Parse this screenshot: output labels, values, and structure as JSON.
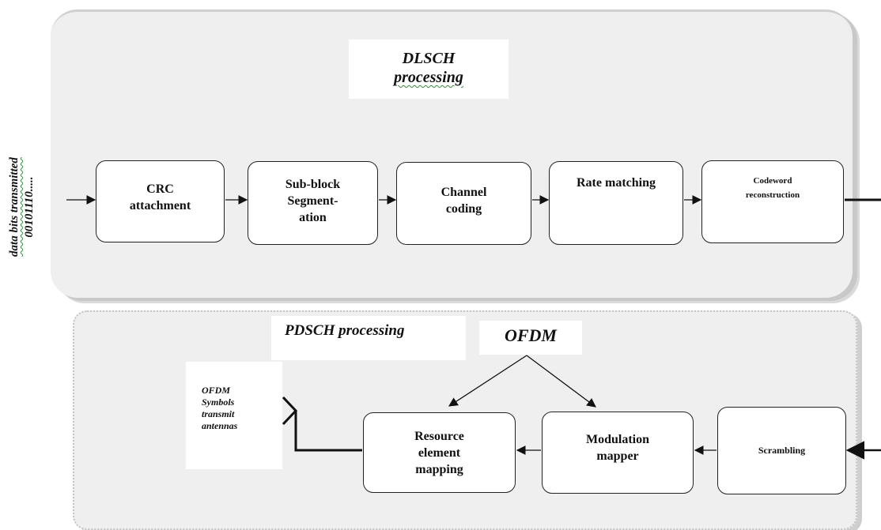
{
  "dlsch": {
    "title_line1": "DLSCH",
    "title_line2": "processing",
    "input_label_line1": "data bits transmitted",
    "input_label_line2": "00101110.....",
    "blocks": [
      {
        "label": "CRC\nattachment"
      },
      {
        "label": "Sub-block\nSegment-\nation"
      },
      {
        "label": "Channel\ncoding"
      },
      {
        "label": "Rate matching"
      },
      {
        "label": "Codeword\nreconstruction"
      }
    ]
  },
  "pdsch": {
    "title": "PDSCH processing",
    "ofdm_label": "OFDM",
    "output_label": "OFDM\nSymbols\ntransmit\nantennas",
    "blocks": [
      {
        "label": "Scrambling"
      },
      {
        "label": "Modulation\nmapper"
      },
      {
        "label": "Resource\nelement\nmapping"
      }
    ]
  }
}
